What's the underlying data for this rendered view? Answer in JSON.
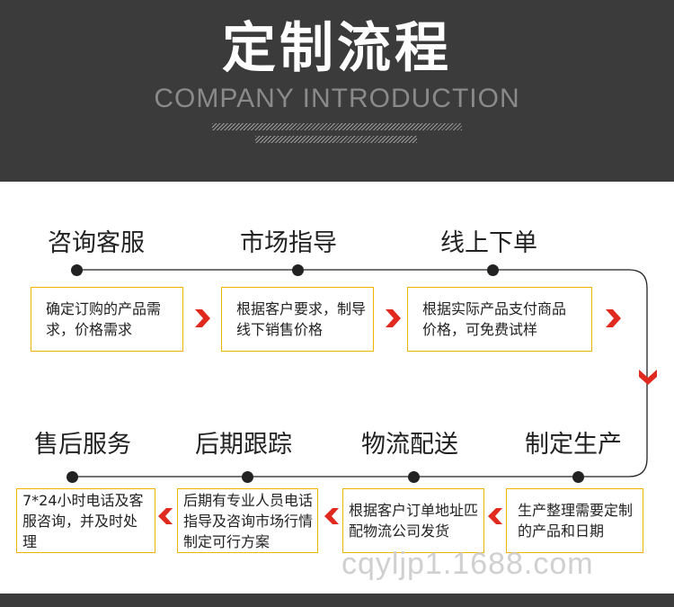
{
  "header": {
    "title": "定制流程",
    "subtitle": "COMPANY INTRODUCTION"
  },
  "steps_top": [
    {
      "title": "咨询客服",
      "desc": "确定订购的产品需求，价格需求"
    },
    {
      "title": "市场指导",
      "desc": "根据客户要求，制导线下销售价格"
    },
    {
      "title": "线上下单",
      "desc": "根据实际产品支付商品价格，可免费试样"
    }
  ],
  "steps_bottom": [
    {
      "title": "售后服务",
      "desc": "7*24小时电话及客服咨询，并及时处理"
    },
    {
      "title": "后期跟踪",
      "desc": "后期有专业人员电话指导及咨询市场行情制定可行方案"
    },
    {
      "title": "物流配送",
      "desc": "根据客户订单地址匹配物流公司发货"
    },
    {
      "title": "制定生产",
      "desc": "生产整理需要定制的产品和日期"
    }
  ],
  "watermark": "cqyljp1.1688.com",
  "colors": {
    "header_bg": "#3b3b3b",
    "box_border": "#f0b400",
    "arrow_red": "#e02a1f",
    "line": "#222222"
  },
  "icons": [
    "chevron-right-icon",
    "chevron-down-icon",
    "chevron-left-icon"
  ]
}
